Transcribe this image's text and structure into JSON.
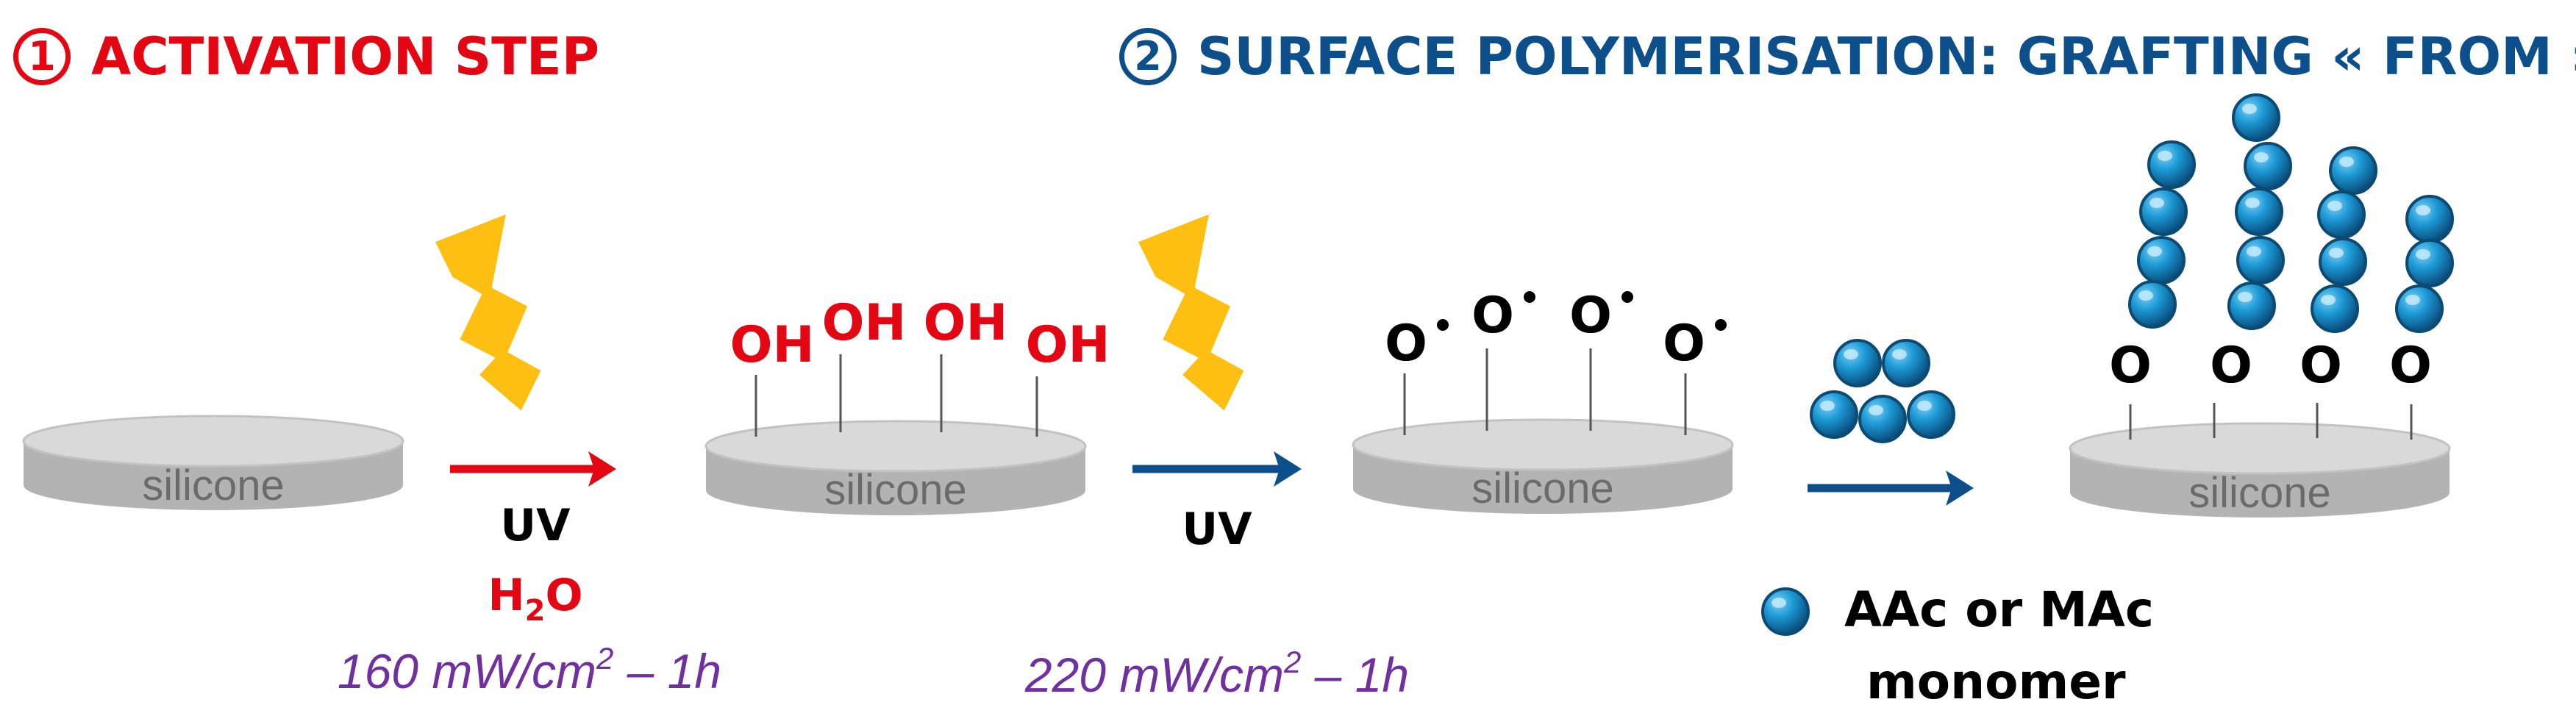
{
  "step1": {
    "number": "1",
    "title": "ACTIVATION STEP"
  },
  "step2": {
    "number": "2",
    "title": "SURFACE POLYMERISATION: GRAFTING « FROM »"
  },
  "substrate_label": "silicone",
  "arrow1": {
    "label": "UV",
    "reagent_main": "H",
    "reagent_sub": "2",
    "reagent_tail": "O",
    "conditions_main": "160 mW/cm",
    "conditions_sup": "2",
    "conditions_tail": " – 1h"
  },
  "arrow2": {
    "label": "UV",
    "conditions_main": "220 mW/cm",
    "conditions_sup": "2",
    "conditions_tail": " – 1h"
  },
  "hydroxyl_label": "OH",
  "radical_label": "O",
  "oxygen_label": "O",
  "legend": {
    "line1": "AAc or MAc",
    "line2": "monomer"
  },
  "colors": {
    "red": "#e30613",
    "blue": "#0d4f8b",
    "purple": "#7030a0",
    "disk_top": "#d4d4d4",
    "disk_side": "#b3b3b3",
    "monomer": "#1d9ad6",
    "lightning": "#fdc012"
  },
  "icons": {
    "lightning": "lightning-bolt-icon",
    "monomer": "monomer-sphere-icon"
  }
}
